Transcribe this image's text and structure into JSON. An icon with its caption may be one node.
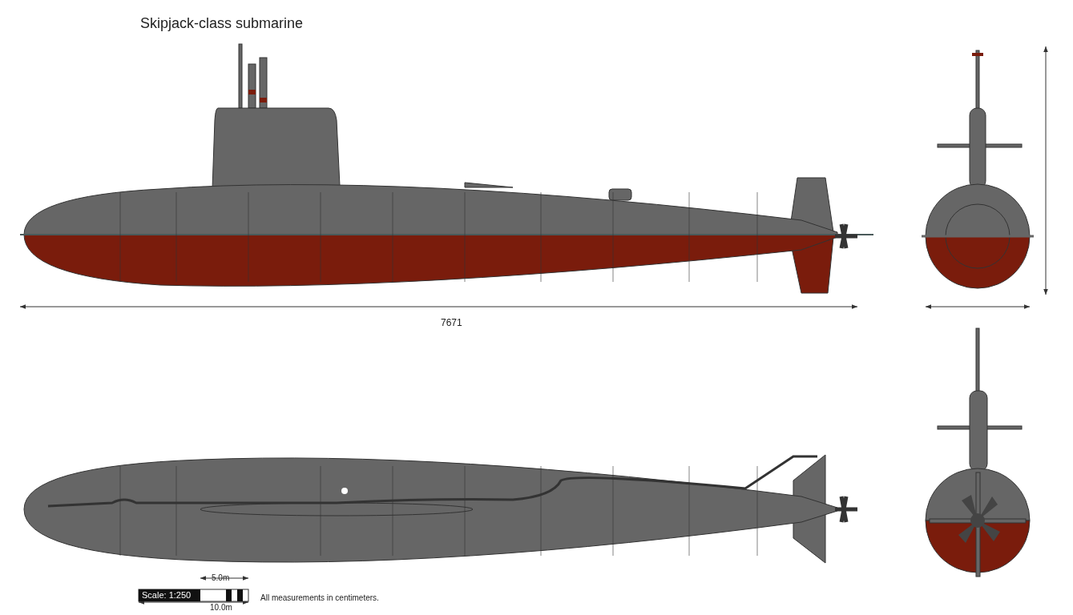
{
  "diagram": {
    "title": "Skipjack-class submarine",
    "labels": [
      "7671",
      "5.0m",
      "Scale: 1:250",
      "10.0m",
      "All measurements in centimeters."
    ]
  }
}
